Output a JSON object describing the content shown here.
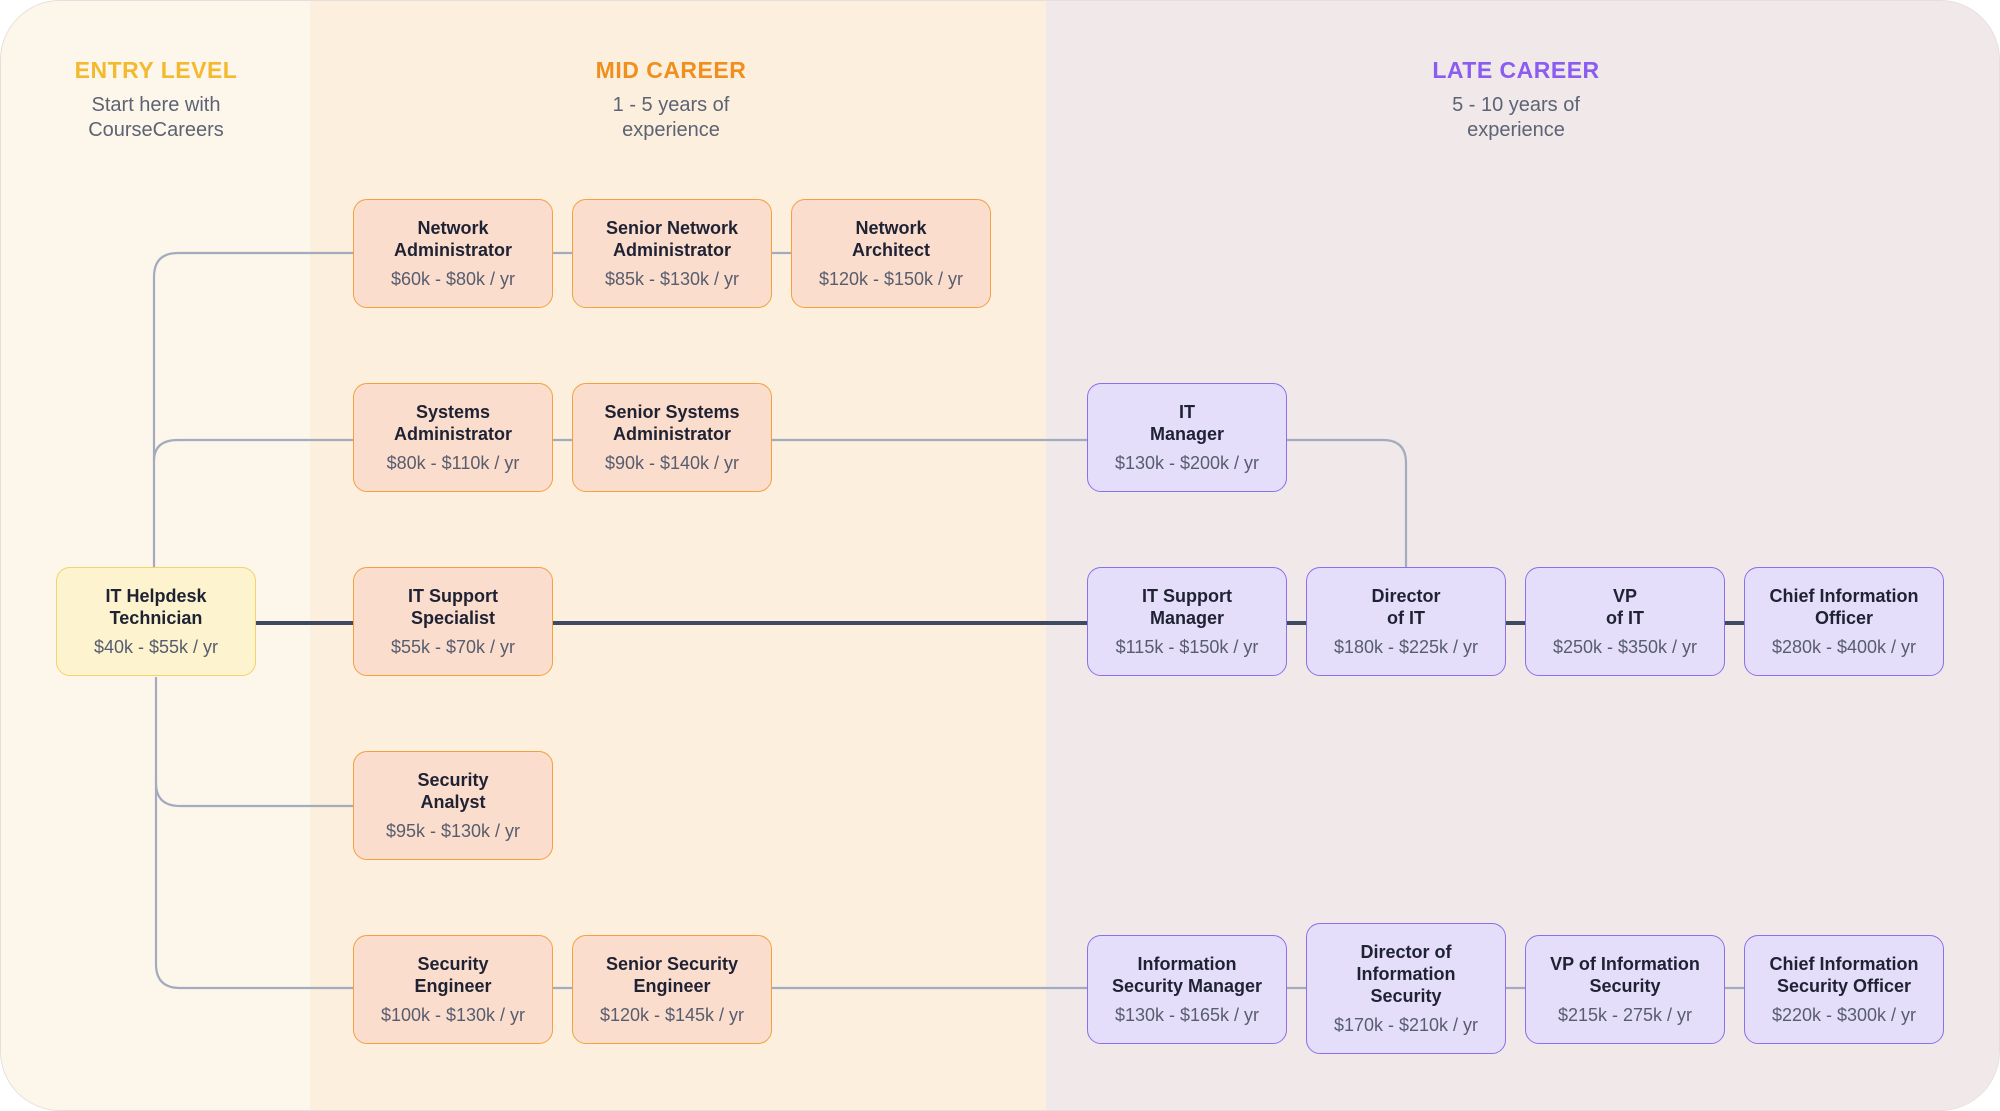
{
  "columns": {
    "entry": {
      "title": "ENTRY LEVEL",
      "subtitle_1": "Start here with",
      "subtitle_2": "CourseCareers",
      "color": "#f3ba2f"
    },
    "mid": {
      "title": "MID CAREER",
      "subtitle_1": "1 - 5 years of",
      "subtitle_2": "experience",
      "color": "#f08f1e"
    },
    "late": {
      "title": "LATE CAREER",
      "subtitle_1": "5 - 10 years of",
      "subtitle_2": "experience",
      "color": "#8a5cf0"
    }
  },
  "nodes": {
    "it_helpdesk_technician": {
      "line1": "IT Helpdesk",
      "line2": "Technician",
      "salary": "$40k - $55k / yr"
    },
    "network_administrator": {
      "line1": "Network",
      "line2": "Administrator",
      "salary": "$60k - $80k / yr"
    },
    "senior_network_administrator": {
      "line1": "Senior Network",
      "line2": "Administrator",
      "salary": "$85k - $130k / yr"
    },
    "network_architect": {
      "line1": "Network",
      "line2": "Architect",
      "salary": "$120k - $150k / yr"
    },
    "systems_administrator": {
      "line1": "Systems",
      "line2": "Administrator",
      "salary": "$80k - $110k / yr"
    },
    "senior_systems_administrator": {
      "line1": "Senior Systems",
      "line2": "Administrator",
      "salary": "$90k - $140k / yr"
    },
    "it_manager": {
      "line1": "IT",
      "line2": "Manager",
      "salary": "$130k - $200k / yr"
    },
    "it_support_specialist": {
      "line1": "IT Support",
      "line2": "Specialist",
      "salary": "$55k - $70k / yr"
    },
    "it_support_manager": {
      "line1": "IT Support",
      "line2": "Manager",
      "salary": "$115k - $150k / yr"
    },
    "director_of_it": {
      "line1": "Director",
      "line2": "of IT",
      "salary": "$180k - $225k / yr"
    },
    "vp_of_it": {
      "line1": "VP",
      "line2": "of IT",
      "salary": "$250k - $350k / yr"
    },
    "chief_information_officer": {
      "line1": "Chief Information",
      "line2": "Officer",
      "salary": "$280k - $400k / yr"
    },
    "security_analyst": {
      "line1": "Security",
      "line2": "Analyst",
      "salary": "$95k - $130k / yr"
    },
    "security_engineer": {
      "line1": "Security",
      "line2": "Engineer",
      "salary": "$100k - $130k / yr"
    },
    "senior_security_engineer": {
      "line1": "Senior Security",
      "line2": "Engineer",
      "salary": "$120k - $145k / yr"
    },
    "information_security_manager": {
      "line1": "Information",
      "line2": "Security Manager",
      "salary": "$130k - $165k / yr"
    },
    "director_of_information_security": {
      "line1": "Director of",
      "line2": "Information",
      "line3": "Security",
      "salary": "$170k - $210k / yr"
    },
    "vp_of_information_security": {
      "line1": "VP of Information",
      "line2": "Security",
      "salary": "$215k - 275k / yr"
    },
    "chief_information_security_officer": {
      "line1": "Chief Information",
      "line2": "Security Officer",
      "salary": "$220k - $300k / yr"
    }
  },
  "colors": {
    "entry_fill": "#fdf3cf",
    "mid_fill": "#fbddcd",
    "late_fill": "#e5defb",
    "connector": "#a3abbe",
    "primary_path": "#3f4a60"
  }
}
